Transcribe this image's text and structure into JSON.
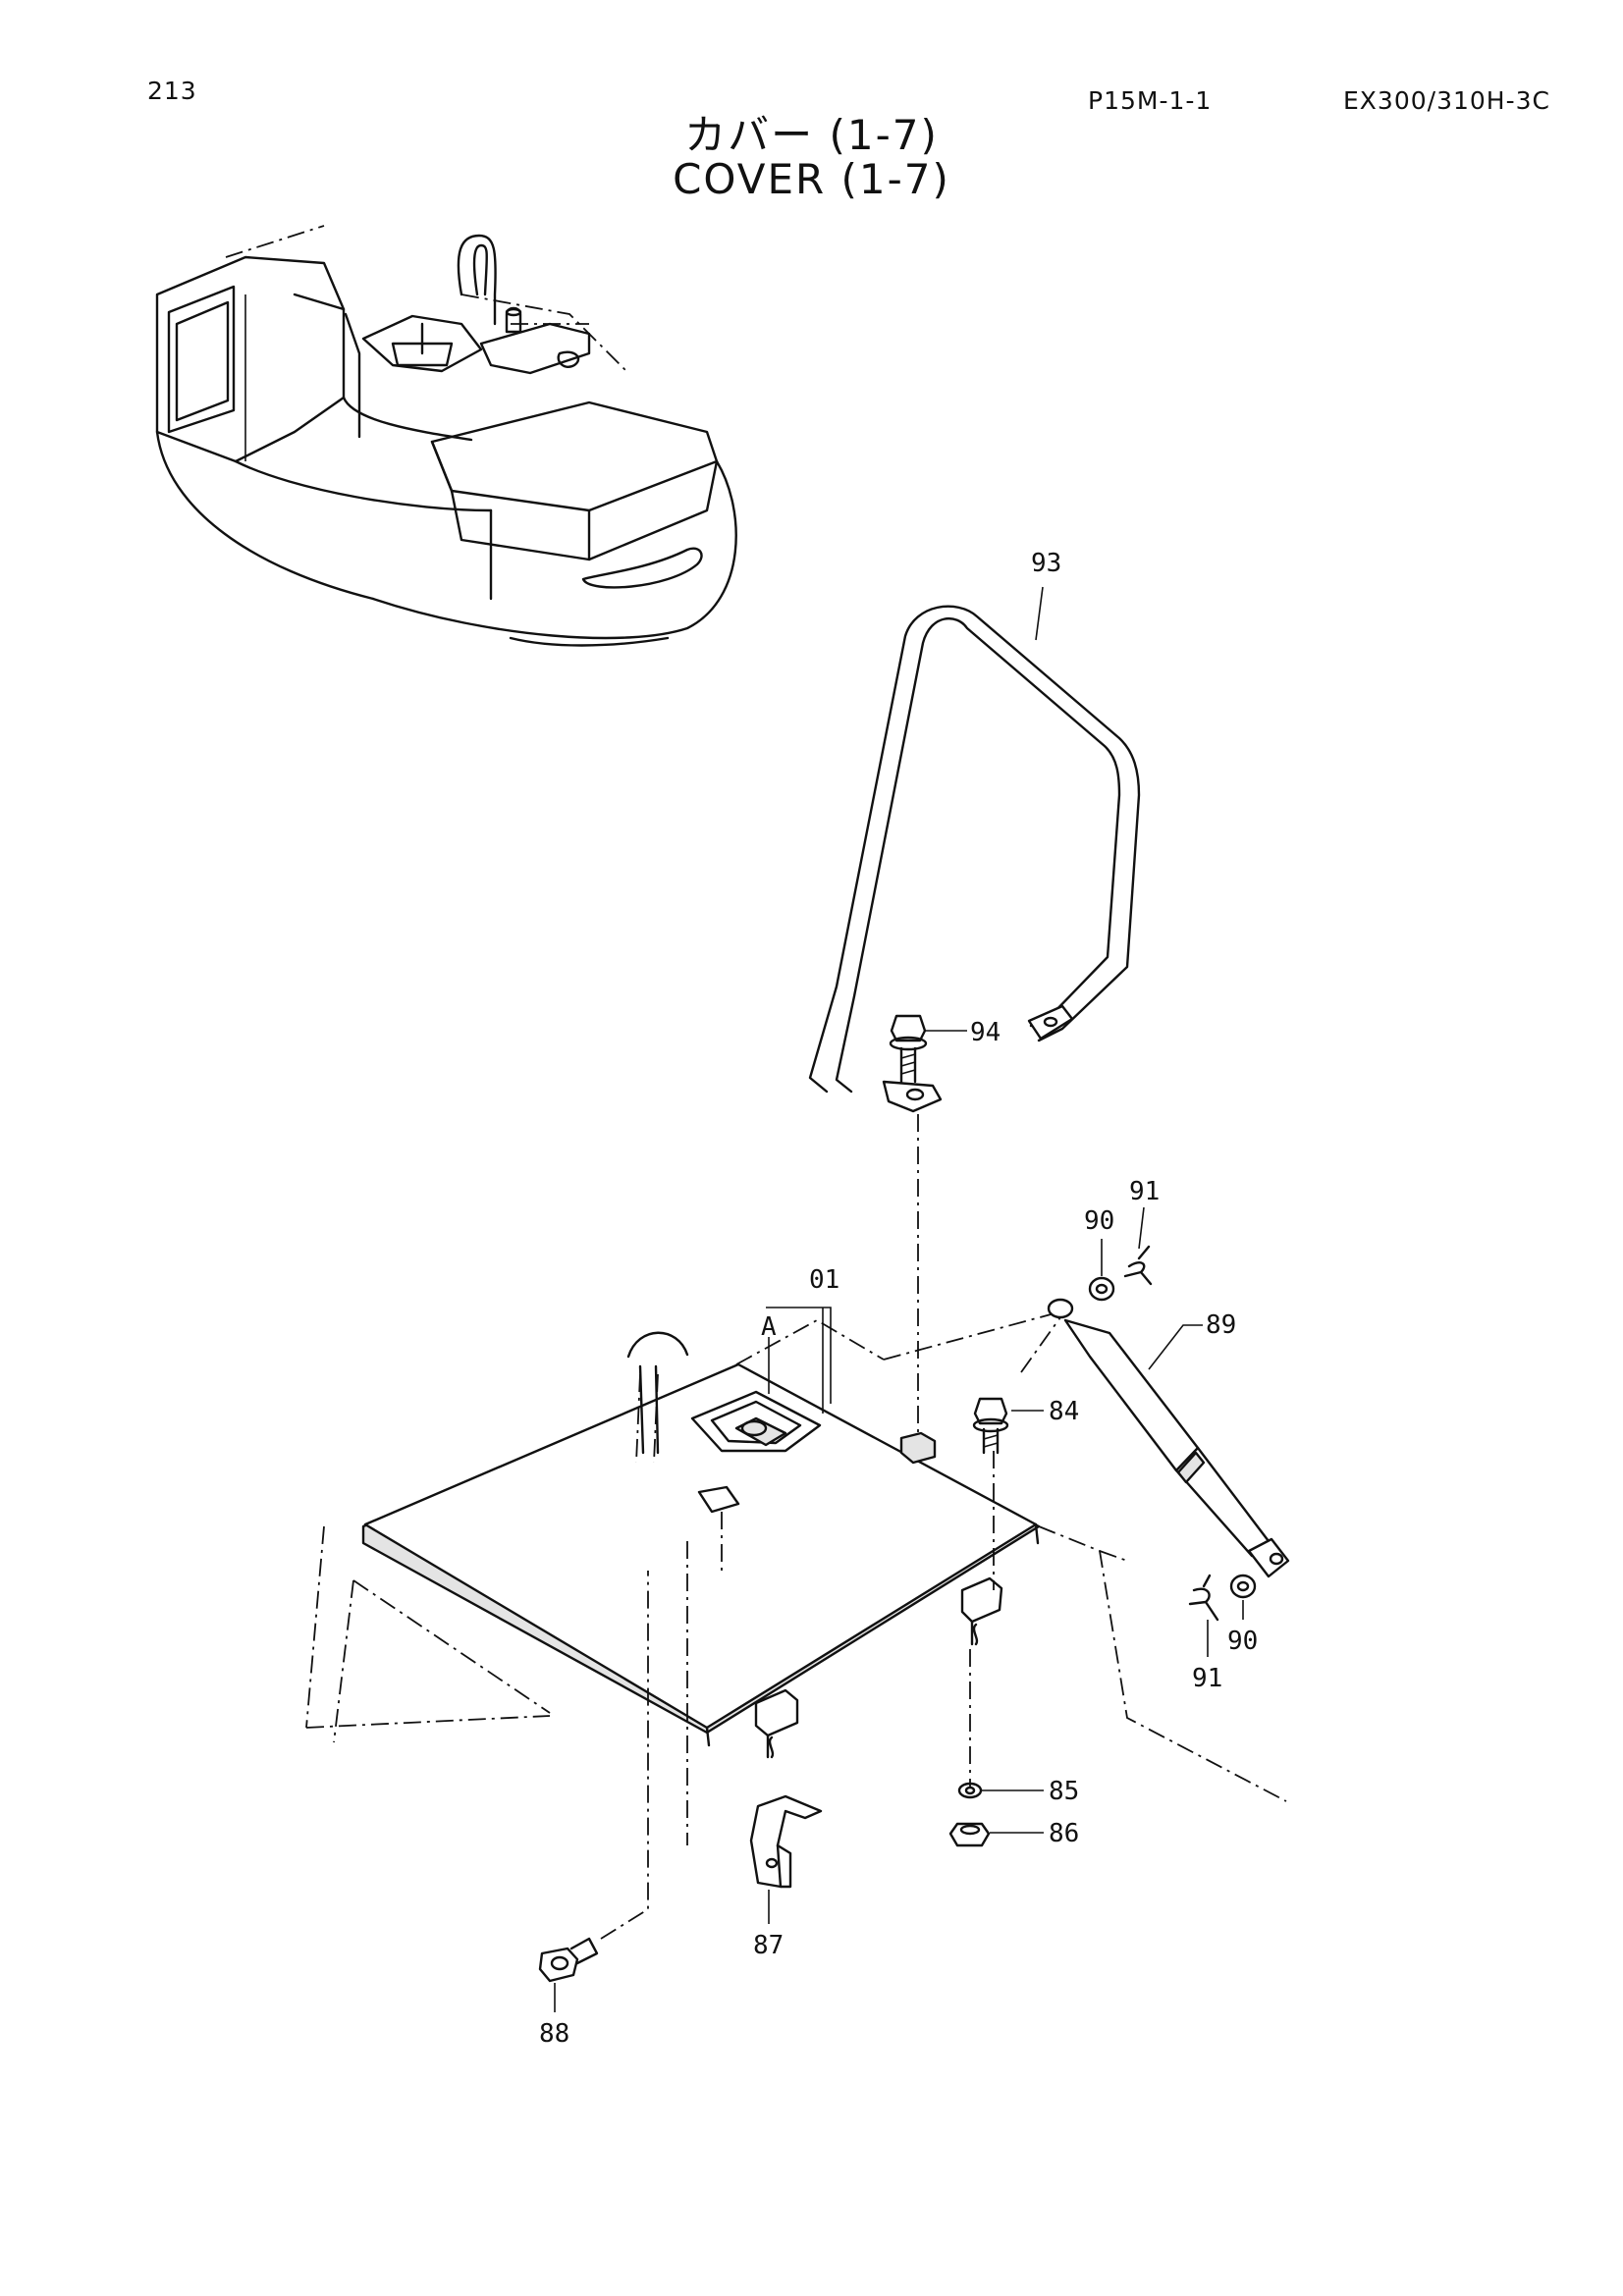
{
  "header": {
    "page_number": "213",
    "page_code": "P15M-1-1",
    "model": "EX300/310H-3C"
  },
  "title": {
    "japanese": "カバー (1-7)",
    "english": "COVER (1-7)"
  },
  "parts": {
    "p01": "01",
    "pA": "A",
    "p84": "84",
    "p85": "85",
    "p86": "86",
    "p87": "87",
    "p88": "88",
    "p89": "89",
    "p90a": "90",
    "p90b": "90",
    "p91a": "91",
    "p91b": "91",
    "p93": "93",
    "p94": "94"
  }
}
